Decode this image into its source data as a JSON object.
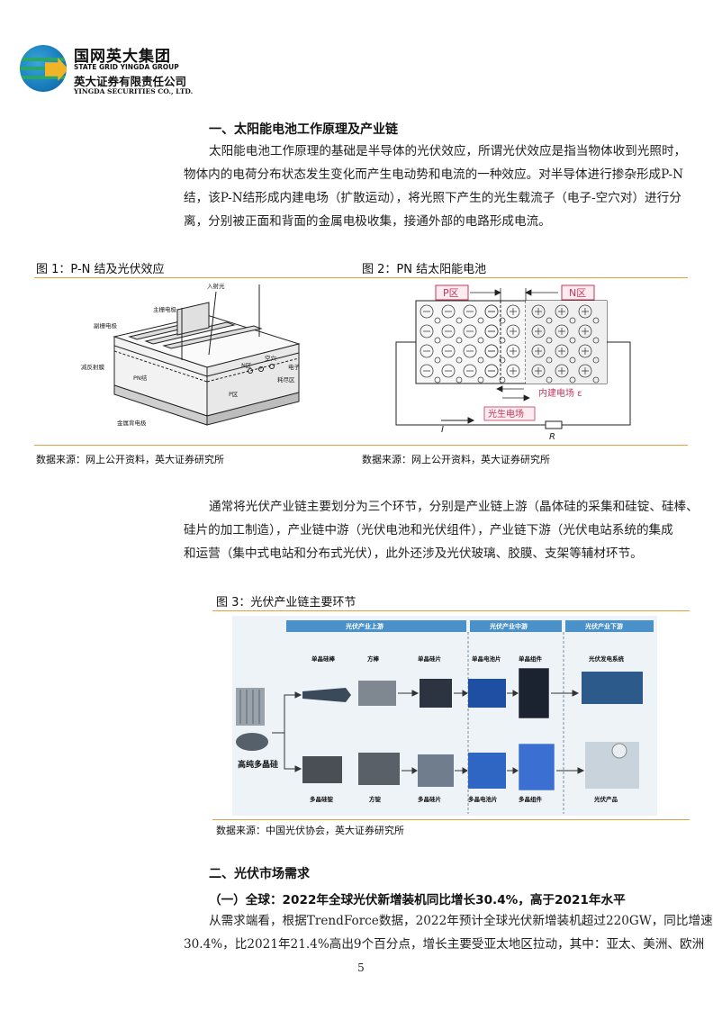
{
  "header": {
    "brand_cn": "国网英大集团",
    "brand_en": "STATE GRID YINGDA GROUP",
    "company_cn": "英大证券有限责任公司",
    "company_en": "YINGDA SECURITIES CO., LTD."
  },
  "section1": {
    "title": "一、太阳能电池工作原理及产业链",
    "para_lines": [
      "太阳能电池工作原理的基础是半导体的光伏效应，所谓光伏效应是指当物体收到光照时，",
      "物体内的电荷分布状态发生变化而产生电动势和电流的一种效应。对半导体进行掺杂形成P-N",
      "结，该P-N结形成内建电场（扩散运动），将光照下产生的光生载流子（电子-空穴对）进行分",
      "离，分别被正面和背面的金属电极收集，接通外部的电路形成电流。"
    ]
  },
  "figure1": {
    "caption": "图 1：P-N 结及光伏效应",
    "source": "数据来源：网上公开资料，英大证券研究所",
    "labels": {
      "incident_light": "入射光",
      "main_grid": "主栅电极",
      "sub_grid": "副栅电极",
      "ar_film": "减反射膜",
      "pn_junction": "PN结",
      "n_region": "N区",
      "hole": "空穴",
      "electron": "电子",
      "depletion": "耗尽区",
      "p_region": "P区",
      "metal_base": "金属背电极"
    }
  },
  "figure2": {
    "caption": "图 2：PN 结太阳能电池",
    "source": "数据来源：网上公开资料，英大证券研究所",
    "labels": {
      "p_zone": "P区",
      "n_zone": "N区",
      "built_in_field": "内建电场 ε",
      "photo_field": "光生电场",
      "current": "I",
      "resistor": "R"
    }
  },
  "section2": {
    "para_lines": [
      "通常将光伏产业链主要划分为三个环节，分别是产业链上游（晶体硅的采集和硅锭、硅棒、",
      "硅片的加工制造），产业链中游（光伏电池和光伏组件），产业链下游（光伏电站系统的集成",
      "和运营（集中式电站和分布式光伏），此外还涉及光伏玻璃、胶膜、支架等辅材环节。"
    ]
  },
  "figure3": {
    "caption": "图 3：光伏产业链主要环节",
    "source": "数据来源：中国光伏协会，英大证券研究所",
    "stages": [
      "光伏产业上游",
      "光伏产业中游",
      "光伏产业下游"
    ],
    "mono_labels": [
      "单晶硅棒",
      "方棒",
      "单晶硅片",
      "单晶电池片",
      "单晶组件",
      "光伏发电系统"
    ],
    "poly_labels": [
      "多晶硅锭",
      "方锭",
      "多晶硅片",
      "多晶电池片",
      "多晶组件",
      "光伏产品"
    ],
    "source_label": "高纯多晶硅"
  },
  "section3": {
    "title": "二、光伏市场需求",
    "subtitle": "（一）全球：2022年全球光伏新增装机同比增长30.4%，高于2021年水平",
    "para_lines": [
      "从需求端看，根据TrendForce数据，2022年预计全球光伏新增装机超过220GW，同比增速",
      "30.4%，比2021年21.4%高出9个百分点，增长主要受亚太地区拉动，其中：亚太、美洲、欧洲"
    ]
  },
  "page_number": "5"
}
